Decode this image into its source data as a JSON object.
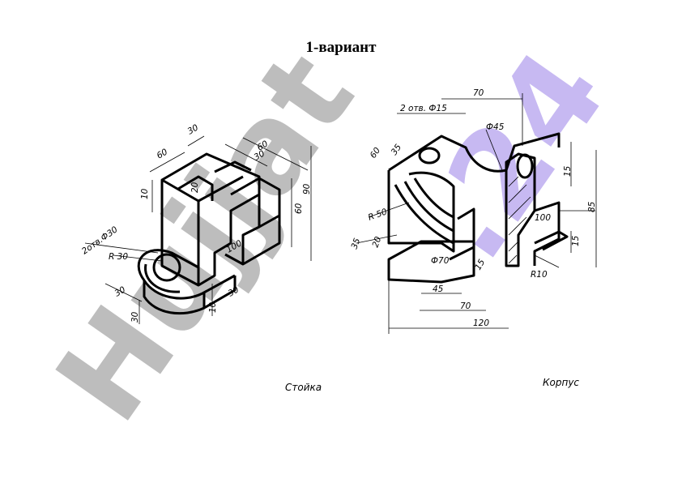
{
  "page": {
    "title": "1-вариант"
  },
  "watermark": {
    "text_gray": "Hujjat",
    "text_purple": ".24",
    "color_gray": "#bdbdbd",
    "color_purple": "#c7b9f2"
  },
  "left_drawing": {
    "caption": "Стойка",
    "dims": {
      "d30_top": "30",
      "d60_a": "60",
      "d60_b": "60",
      "d30_right": "30",
      "d10_left": "10",
      "d20": "20",
      "d90": "90",
      "d60_right": "60",
      "holes": "2отв.Ф30",
      "r30": "R 30",
      "d100": "100",
      "d30_bottom_a": "30",
      "d10_bottom": "10",
      "d30_bottom_b": "30",
      "d30_vertical": "30"
    }
  },
  "right_drawing": {
    "caption": "Корпус",
    "dims": {
      "d70_top": "70",
      "holes": "2 отв. Ф15",
      "d45_dia": "Ф45",
      "d60": "60",
      "d35_top": "35",
      "d15_right": "15",
      "d85": "85",
      "r50": "R 50",
      "d100": "100",
      "d15_right_b": "15",
      "d35_left": "35",
      "d20": "20",
      "d70_dia": "Ф70",
      "d15_mid": "15",
      "r10": "R10",
      "d45": "45",
      "d70_bottom": "70",
      "d120": "120"
    }
  }
}
